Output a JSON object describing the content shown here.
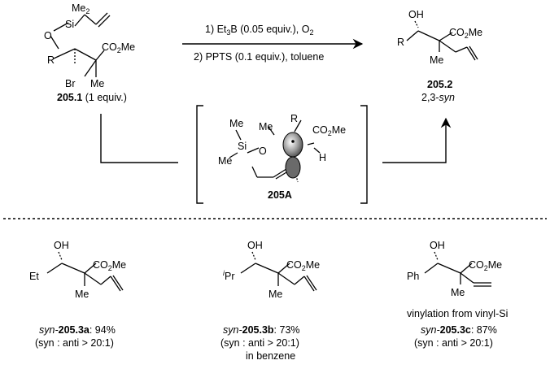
{
  "scheme": {
    "conditions": {
      "step1_prefix": "1) Et",
      "step1_sub": "3",
      "step1_mid": "B (0.05 equiv.), O",
      "step1_sub2": "2",
      "step2": "2) PPTS (0.1 equiv.), toluene"
    },
    "substrate": {
      "compound": "205.1",
      "amount": " (1 equiv.)",
      "atoms": {
        "o": "O",
        "si": "Si",
        "me2": "Me",
        "me2_sub": "2",
        "r": "R",
        "br": "Br",
        "me": "Me",
        "ester": "CO",
        "ester_sub": "2",
        "ester_tail": "Me"
      }
    },
    "product": {
      "compound": "205.2",
      "stereo_prefix": "2,3-",
      "stereo_italic": "syn",
      "atoms": {
        "oh": "OH",
        "r": "R",
        "me": "Me",
        "ester": "CO",
        "ester_sub": "2",
        "ester_tail": "Me"
      }
    },
    "intermediate": {
      "compound": "205A",
      "atoms": {
        "r": "R",
        "me_top": "Me",
        "ester": "CO",
        "ester_sub": "2",
        "ester_tail": "Me",
        "h": "H",
        "si": "Si",
        "o": "O",
        "me_si1": "Me",
        "me_si2": "Me"
      }
    }
  },
  "examples": [
    {
      "prefix": "syn-",
      "compound": "205.3a",
      "yield": ": 94%",
      "ratio": "(syn : anti > 20:1)",
      "note": "",
      "substituent": "Et",
      "substituent_sup": ""
    },
    {
      "prefix": "syn-",
      "compound": "205.3b",
      "yield": ": 73%",
      "ratio": "(syn : anti > 20:1)",
      "note": "in benzene",
      "substituent": "Pr",
      "substituent_sup": "i"
    },
    {
      "prefix": "syn-",
      "compound": "205.3c",
      "yield": ": 87%",
      "ratio": "(syn : anti > 20:1)",
      "note": "vinylation from vinyl-Si",
      "substituent": "Ph",
      "substituent_sup": ""
    }
  ],
  "example_atoms": {
    "oh": "OH",
    "me": "Me",
    "ester": "CO",
    "ester_sub": "2",
    "ester_tail": "Me"
  }
}
